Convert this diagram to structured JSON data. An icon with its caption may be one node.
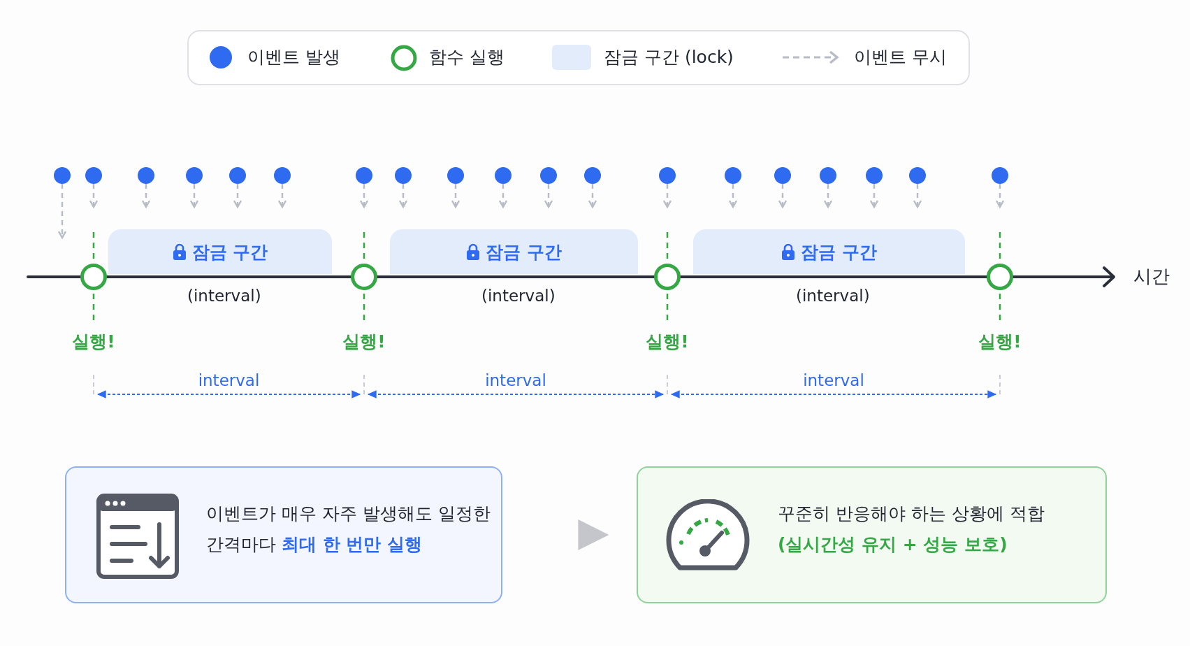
{
  "diagram": {
    "nodes": [
      {
        "text": [],
        "shape": "circle"
      },
      {
        "text": [],
        "shape": "circle"
      },
      {
        "text": [],
        "shape": "circle"
      },
      {
        "text": [],
        "shape": "circle"
      },
      {
        "text": [],
        "shape": "circle"
      },
      {
        "text": [],
        "shape": "circle"
      },
      {
        "text": [],
        "shape": "circle"
      },
      {
        "text": [],
        "shape": "circle"
      },
      {
        "text": [],
        "shape": "circle"
      },
      {
        "text": [],
        "shape": "circle"
      },
      {
        "text": [],
        "shape": "circle"
      },
      {
        "text": [],
        "shape": "circle"
      },
      {
        "text": [],
        "shape": "circle"
      },
      {
        "text": [],
        "shape": "circle"
      },
      {
        "text": [],
        "shape": "circle"
      },
      {
        "text": [],
        "shape": "circle"
      },
      {
        "text": [],
        "shape": "circle"
      },
      {
        "text": [],
        "shape": "circle"
      },
      {
        "text": [],
        "shape": "circle"
      },
      {
        "text": [],
        "shape": "circle",
        "beside": [
          "실행!"
        ]
      },
      {
        "text": [],
        "shape": "circle",
        "beside": [
          "실행!"
        ]
      },
      {
        "text": [],
        "shape": "circle",
        "beside": [
          "실행!"
        ]
      },
      {
        "text": [],
        "shape": "circle",
        "beside": [
          "실행!"
        ]
      },
      {
        "text": [
          "잠금 구간"
        ]
      },
      {
        "text": [
          "잠금 구간"
        ]
      },
      {
        "text": [
          "잠금 구간"
        ]
      },
      {
        "text": [
          "이벤트가 매우 자주 발생해도 일정한 간격마다 **최대 한 번만 실행**"
        ]
      },
      {
        "text": [
          "꾸준히 반응해야 하는 상황에 적합",
          "(실시간성 유지 + 성능 보호)"
        ]
      }
    ],
    "edges": [
      {
        "from": 0,
        "to": null,
        "arrow": "to",
        "style": "dashed"
      },
      {
        "from": 1,
        "to": null,
        "arrow": "to",
        "style": "dashed"
      },
      {
        "from": 2,
        "to": null,
        "arrow": "to",
        "style": "dashed"
      },
      {
        "from": 3,
        "to": null,
        "arrow": "to",
        "style": "dashed"
      },
      {
        "from": 4,
        "to": null,
        "arrow": "to",
        "style": "dashed"
      },
      {
        "from": 5,
        "to": null,
        "arrow": "to",
        "style": "dashed"
      },
      {
        "from": 6,
        "to": null,
        "arrow": "to",
        "style": "dashed"
      },
      {
        "from": 7,
        "to": null,
        "arrow": "to",
        "style": "dashed"
      },
      {
        "from": 8,
        "to": null,
        "arrow": "to",
        "style": "dashed"
      },
      {
        "from": 9,
        "to": null,
        "arrow": "to",
        "style": "dashed"
      },
      {
        "from": 10,
        "to": null,
        "arrow": "to",
        "style": "dashed"
      },
      {
        "from": 11,
        "to": null,
        "arrow": "to",
        "style": "dashed"
      },
      {
        "from": 12,
        "to": null,
        "arrow": "to",
        "style": "dashed"
      },
      {
        "from": 13,
        "to": null,
        "arrow": "to",
        "style": "dashed"
      },
      {
        "from": 14,
        "to": null,
        "arrow": "to",
        "style": "dashed"
      },
      {
        "from": 15,
        "to": null,
        "arrow": "to",
        "style": "dashed"
      },
      {
        "from": 16,
        "to": null,
        "arrow": "to",
        "style": "dashed"
      },
      {
        "from": 17,
        "to": null,
        "arrow": "to",
        "style": "dashed"
      },
      {
        "from": 18,
        "to": null,
        "arrow": "to",
        "style": "dashed"
      },
      {
        "from": 26,
        "to": 27,
        "arrow": "to",
        "style": "thick"
      }
    ],
    "labels": [
      "시간",
      "(interval)",
      "(interval)",
      "(interval)",
      "interval",
      "interval",
      "interval"
    ],
    "legend": [
      {
        "text": "이벤트 발생",
        "color": "#2f6bf0"
      },
      {
        "text": "함수 실행"
      },
      {
        "text": "잠금 구간 (lock)",
        "color": "#e3ecfb"
      },
      {
        "text": "이벤트 무시"
      }
    ]
  }
}
